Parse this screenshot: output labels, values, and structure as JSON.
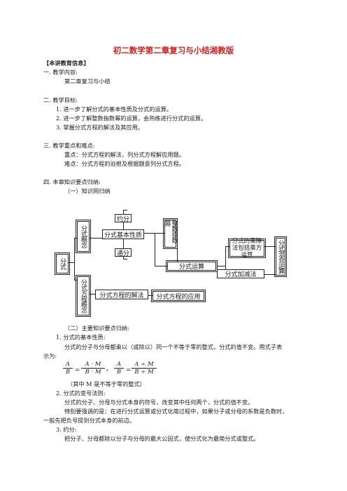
{
  "title": "初二数学第二章复习与小结湘教版",
  "info_header": "【本讲教育信息】",
  "section1": {
    "heading": "一. 教学内容:",
    "content": "第二章复习与小结"
  },
  "section2": {
    "heading": "二. 教学目标:",
    "items": [
      "1. 进一步了解分式的基本性质及分式的运算。",
      "2. 进一步了解整数指数幂的运算，会熟练进行分式的运算。",
      "3. 掌握分式方程的解法及其应用。"
    ]
  },
  "section3": {
    "heading": "三. 教学重点和难点:",
    "key": "重点：分式方程的解法，列分式方程解应用题。",
    "difficult": "难点：分式方程的验根及根据题意列分式方程。"
  },
  "section4": {
    "heading": "四. 本章知识要点归纳:",
    "sub1": "（一）知识网归纳"
  },
  "diagram": {
    "fenshi": "分式",
    "fenshi_gainian": "分式概念",
    "jiben_xingzhi": "分式基本性质",
    "yuefen": "约分",
    "tongfen": "通分",
    "zhengshu_zhishu": "整数指数幂",
    "yunsuan": "分式运算",
    "chengchu": "分式的乘除法包括乘方运算",
    "jiajian": "分式加减法",
    "hunhe": "分式混合运算",
    "fangcheng_gainian": "分式方程概念",
    "fangcheng_jiefa": "分式方程的解法",
    "fangcheng_yingyong": "分式方程的应用"
  },
  "sub2": "（二）主要知识要点归纳:",
  "p1": {
    "heading": "1. 分式的基本性质:",
    "text1": "分式的分子与分母都乘以（或除以）同一个不等于零的整式，分式的值不变。用式子表",
    "text2": "示为:",
    "formula": {
      "a": "A",
      "b": "B",
      "am": "A · M",
      "bm": "B · M",
      "ad": "A ÷ M",
      "bd": "B ÷ M",
      "eq": "=",
      "comma": "，"
    },
    "note": "（其中 M 是不等于零的整式）"
  },
  "p2": {
    "heading": "2. 分式的变号法则:",
    "text1": "分式的分子、分母与分式本身的符号，改变其中任何两个，分式的值不变。",
    "text2": "特别要强调的是：在进行分式运算或分式化简过程中，如果分子或分母的系数是负数时，",
    "text3": "一般先把负号提到分式本身的前边。"
  },
  "p3": {
    "heading": "3. 约分:",
    "text1": "把分子、分母都除以分子与分母的最大公因式，使分式化为最简分式或整式。"
  }
}
